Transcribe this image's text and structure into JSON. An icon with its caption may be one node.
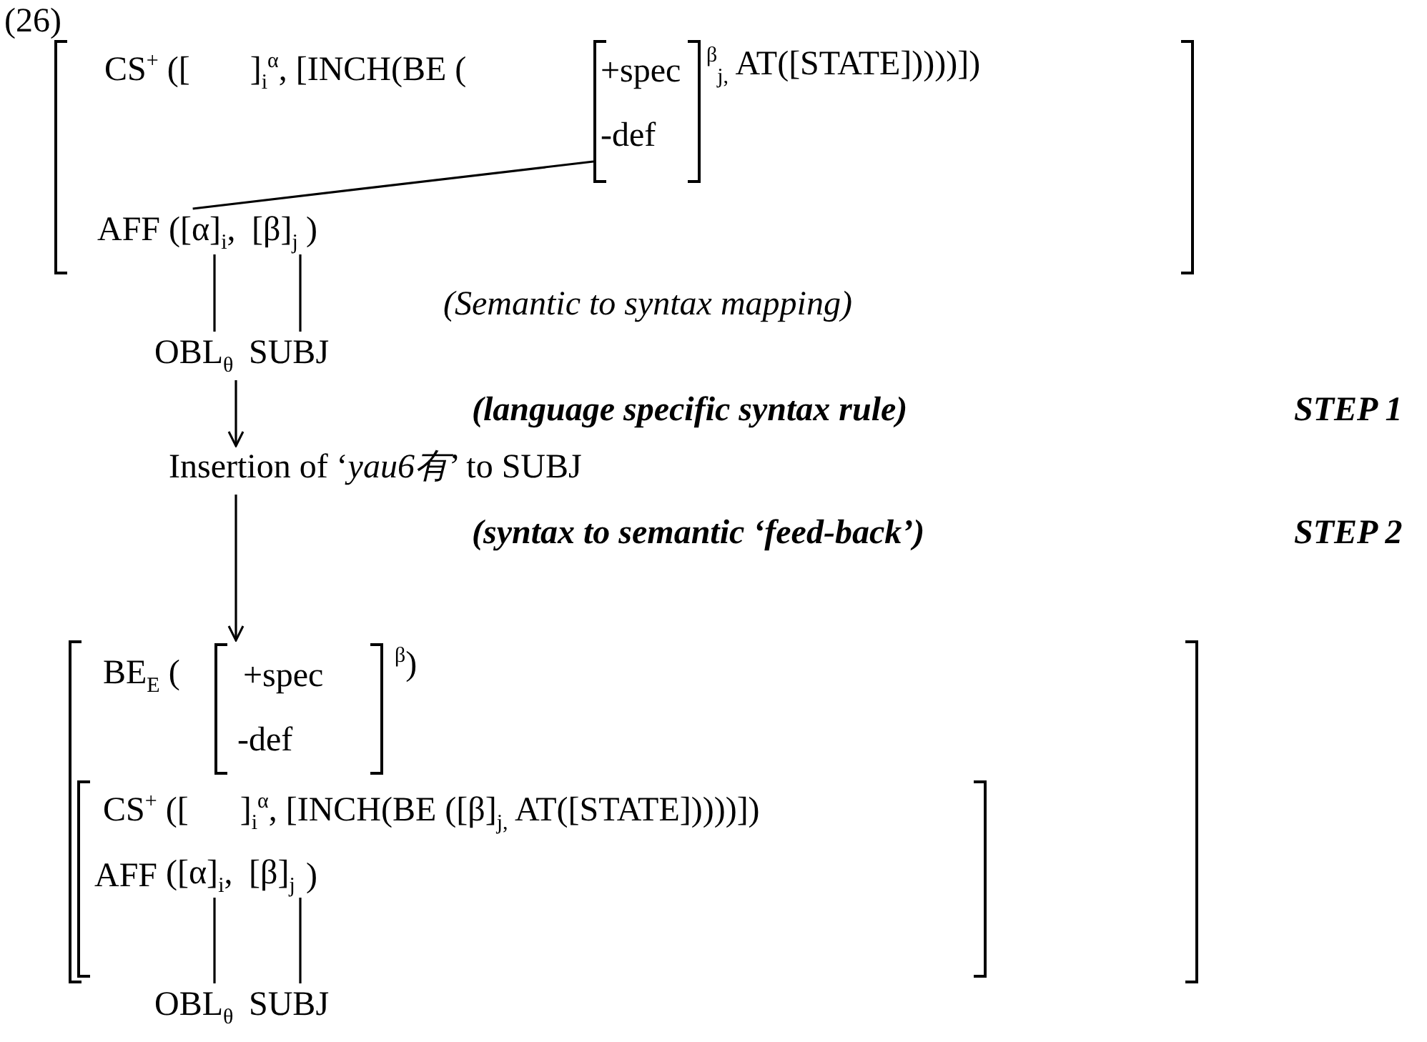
{
  "diagram": {
    "nodes": [
      {
        "text": [
          "CS$^{+}$ ([       ]$_{i}$$^{α}$, [INCH(BE (",
          "$^{β}$$_{j,}$ AT([STATE]))))])",
          "AFF",
          ")"
        ]
      },
      {
        "text": [
          "+spec",
          "-def"
        ],
        "in": 0
      },
      {
        "text": [
          "([α]$_{i}$,"
        ],
        "in": 0
      },
      {
        "text": [
          "[β]$_{j}$"
        ],
        "in": 0
      },
      {
        "text": [
          "OBL$_{θ}$"
        ]
      },
      {
        "text": [
          "SUBJ"
        ]
      },
      {
        "text": [
          "Insertion of ‘*yau6有*’ to SUBJ"
        ]
      },
      {
        "text": [
          "BE$_{E}$ (",
          "$^{β}$)"
        ]
      },
      {
        "text": [
          "+spec",
          "-def"
        ],
        "in": 7
      },
      {
        "text": [
          "CS$^{+}$ ([      ]$_{i}$$^{α}$, [INCH(BE ([β]$_{j,}$ AT([STATE]))))])",
          "AFF",
          ")"
        ],
        "in": 7
      },
      {
        "text": [
          "([α]$_{i}$,"
        ],
        "in": 9
      },
      {
        "text": [
          "[β]$_{j}$"
        ],
        "in": 9
      },
      {
        "text": [
          "OBL$_{θ}$"
        ]
      },
      {
        "text": [
          "SUBJ"
        ]
      }
    ],
    "edges": [
      {
        "from": 2,
        "to": 1,
        "arrow": "none"
      },
      {
        "from": 2,
        "to": 4,
        "arrow": "none"
      },
      {
        "from": 3,
        "to": 5,
        "arrow": "none"
      },
      {
        "from": 4,
        "to": 6,
        "arrow": "to"
      },
      {
        "from": 6,
        "to": 7,
        "arrow": "to"
      },
      {
        "from": 10,
        "to": 12,
        "arrow": "none"
      },
      {
        "from": 11,
        "to": 13,
        "arrow": "none"
      }
    ],
    "labels": [
      "(26)",
      "(Semantic to syntax mapping)",
      "(language specific syntax rule)",
      "STEP 1",
      "(syntax to semantic ‘feed-back’)",
      "STEP 2"
    ]
  }
}
